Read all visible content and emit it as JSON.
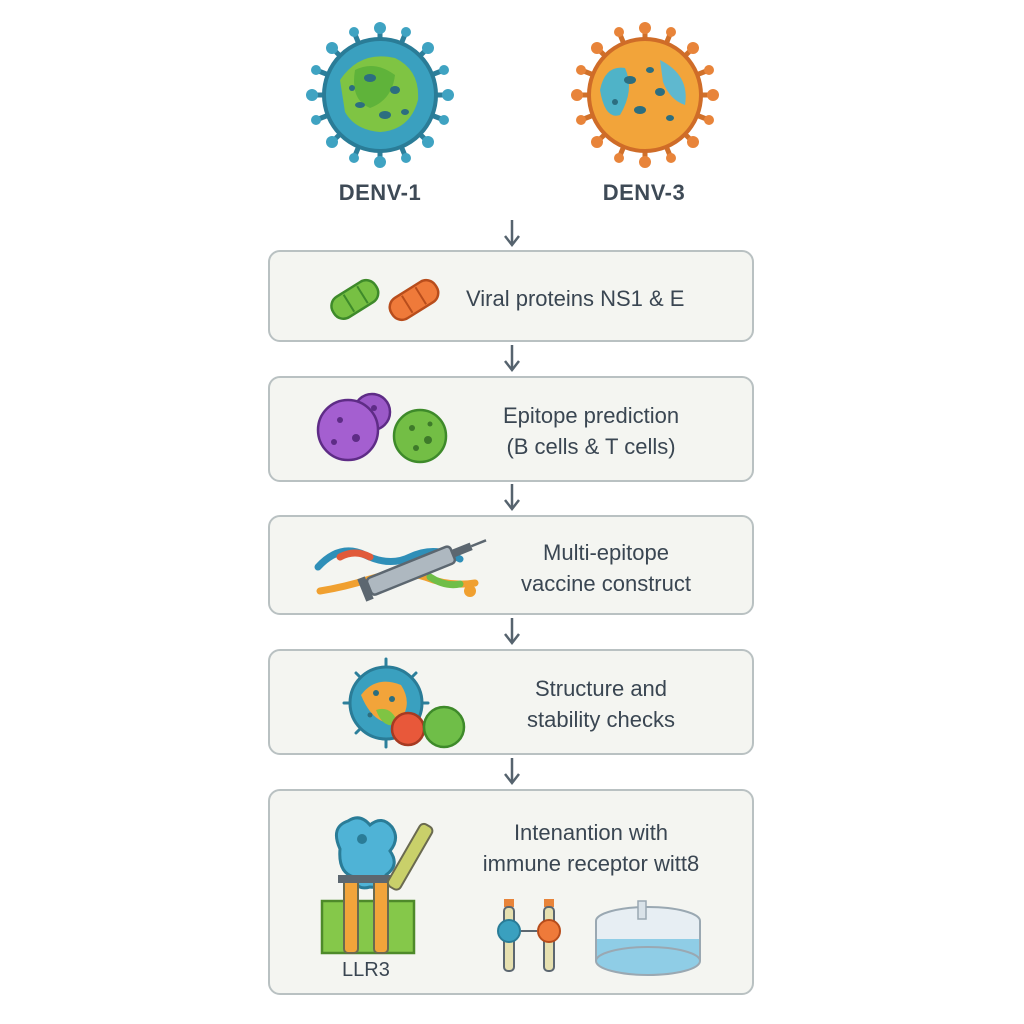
{
  "viruses": [
    {
      "label": "DENV-1",
      "icon": "denv1-virus-icon"
    },
    {
      "label": "DENV-3",
      "icon": "denv3-virus-icon"
    }
  ],
  "steps": [
    {
      "lines": [
        "Viral proteins NS1 & E"
      ],
      "icon": "protein-capsules-icon"
    },
    {
      "lines": [
        "Epitope prediction",
        "(B cells & T cells)"
      ],
      "icon": "cell-clusters-icon"
    },
    {
      "lines": [
        "Multi-epitope",
        "vaccine construct"
      ],
      "icon": "syringe-construct-icon"
    },
    {
      "lines": [
        "Structure and",
        "stability checks"
      ],
      "icon": "protein-structure-icon"
    },
    {
      "lines": [
        "Intenantion with",
        "immune receptor witt8"
      ],
      "icon": "receptor-labware-icon"
    }
  ],
  "labware_label": "LLR3",
  "colors": {
    "box_fill": "#f4f5f1",
    "box_border": "#b9c1c2",
    "arrow": "#56636e",
    "text": "#3a4652"
  }
}
